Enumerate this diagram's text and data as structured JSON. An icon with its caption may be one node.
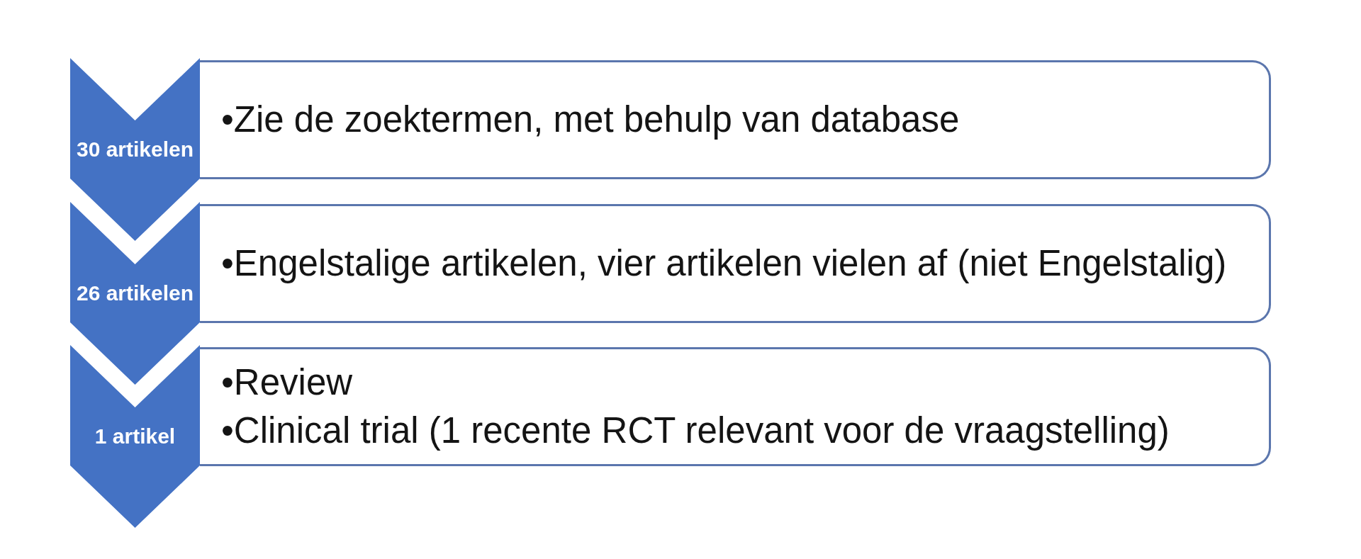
{
  "diagram": {
    "nodes": [
      {
        "text": [
          "30 artikelen"
        ]
      },
      {
        "text": [
          "•Zie de zoektermen, met behulp van database"
        ]
      },
      {
        "text": [
          "26 artikelen"
        ]
      },
      {
        "text": [
          "•Engelstalige artikelen, vier artikelen vielen af (niet Engelstalig)"
        ]
      },
      {
        "text": [
          "1 artikel"
        ]
      },
      {
        "text": [
          "•Review",
          "•Clinical trial (1 recente RCT relevant voor de vraagstelling)"
        ]
      }
    ]
  }
}
